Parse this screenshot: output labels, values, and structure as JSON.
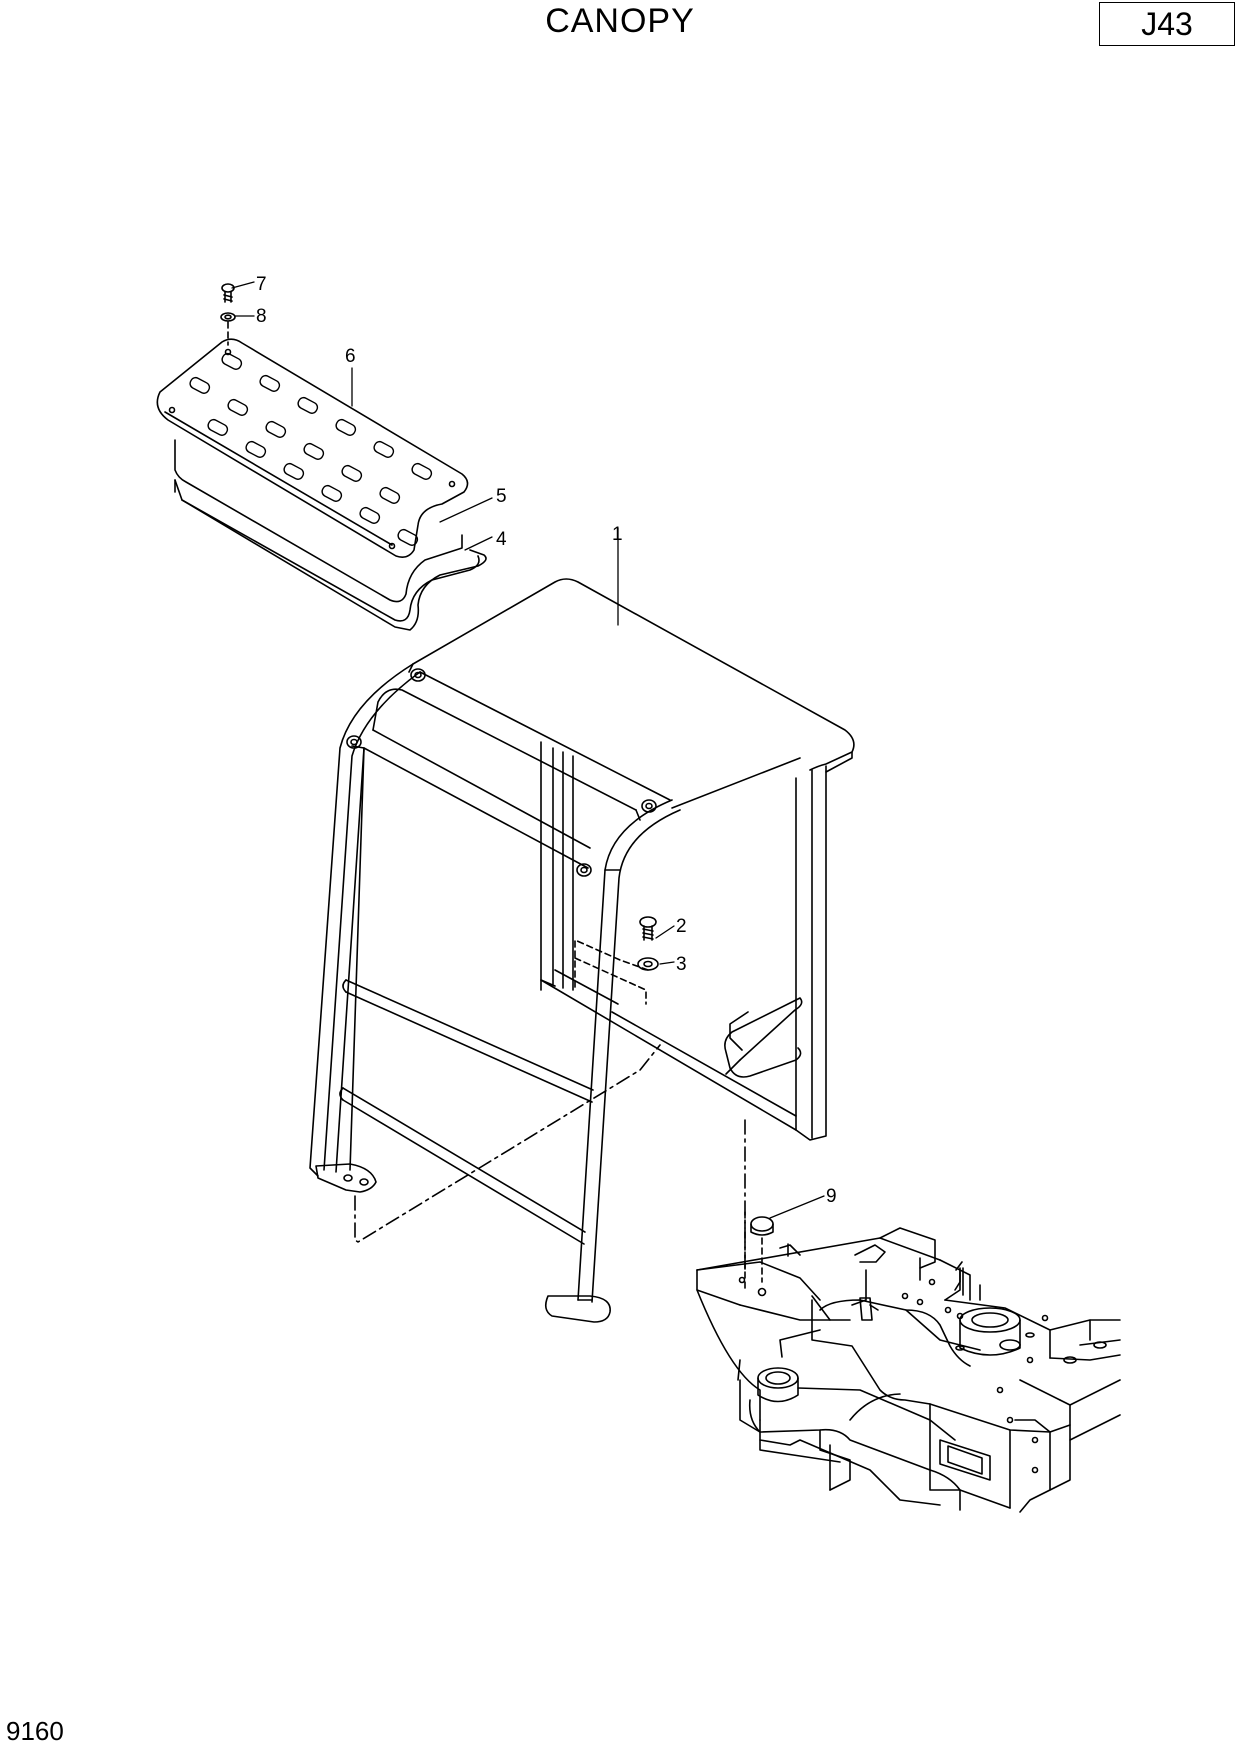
{
  "header": {
    "title": "CANOPY",
    "code": "J43"
  },
  "footer": {
    "page_number": "9160"
  },
  "callouts": [
    {
      "id": "1",
      "label": "1"
    },
    {
      "id": "2",
      "label": "2"
    },
    {
      "id": "3",
      "label": "3"
    },
    {
      "id": "4",
      "label": "4"
    },
    {
      "id": "5",
      "label": "5"
    },
    {
      "id": "6",
      "label": "6"
    },
    {
      "id": "7",
      "label": "7"
    },
    {
      "id": "8",
      "label": "8"
    },
    {
      "id": "9",
      "label": "9"
    }
  ]
}
